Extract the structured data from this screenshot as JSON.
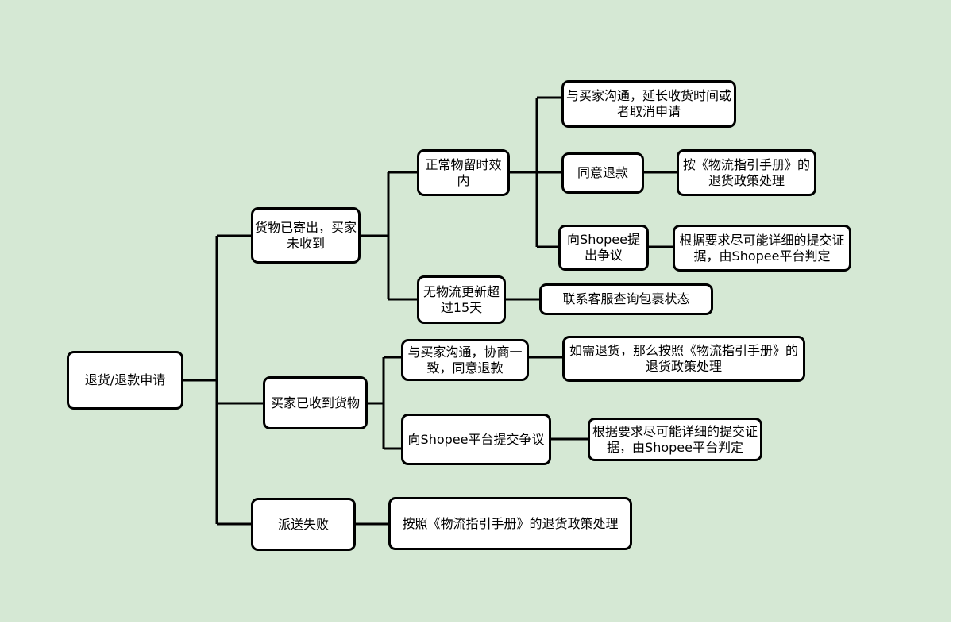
{
  "diagram": {
    "nodes": {
      "root": "退货/退款申请",
      "shipped": "货物已寄出，买家未收到",
      "received": "买家已收到货物",
      "failed": "派送失败",
      "within": "正常物留时效内",
      "nologistics": "无物流更新超过15天",
      "negotiate_ext": "与买家沟通，延长收货时间或者取消申请",
      "agree_refund": "同意退款",
      "agree_policy": "按《物流指引手册》的退货政策处理",
      "dispute1": "向Shopee提出争议",
      "evidence1": "根据要求尽可能详细的提交证据，由Shopee平台判定",
      "contact_cs": "联系客服查询包裹状态",
      "negotiate_agree": "与买家沟通，协商一致，同意退款",
      "return_policy": "如需退货，那么按照《物流指引手册》的退货政策处理",
      "dispute2": "向Shopee平台提交争议",
      "evidence2": "根据要求尽可能详细的提交证据，由Shopee平台判定",
      "failed_policy": "按照《物流指引手册》的退货政策处理"
    },
    "colors": {
      "background": "#d5e8d4",
      "node_fill": "#ffffff",
      "stroke": "#000000"
    }
  }
}
